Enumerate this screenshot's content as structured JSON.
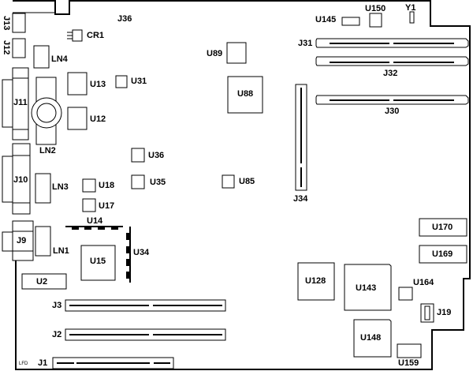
{
  "title": "System board component layout",
  "colors": {
    "line": "#000000",
    "background": "#ffffff"
  },
  "labels": {
    "J36": "J36",
    "J13": "J13",
    "J12": "J12",
    "CR1": "CR1",
    "LN4": "LN4",
    "U13": "U13",
    "U31": "U31",
    "U12": "U12",
    "J11": "J11",
    "LN2": "LN2",
    "U89": "U89",
    "U88": "U88",
    "U145": "U145",
    "U150": "U150",
    "Y1": "Y1",
    "J31": "J31",
    "J32": "J32",
    "J30": "J30",
    "J34": "J34",
    "U36": "U36",
    "U35": "U35",
    "U85": "U85",
    "J10": "J10",
    "LN3": "LN3",
    "U18": "U18",
    "U17": "U17",
    "U14": "U14",
    "J9": "J9",
    "LN1": "LN1",
    "U15": "U15",
    "U34": "U34",
    "U2": "U2",
    "J3": "J3",
    "J2": "J2",
    "J1": "J1",
    "LFD": "LFD",
    "U170": "U170",
    "U169": "U169",
    "U128": "U128",
    "U143": "U143",
    "U164": "U164",
    "J19": "J19",
    "U148": "U148",
    "U159": "U159"
  }
}
